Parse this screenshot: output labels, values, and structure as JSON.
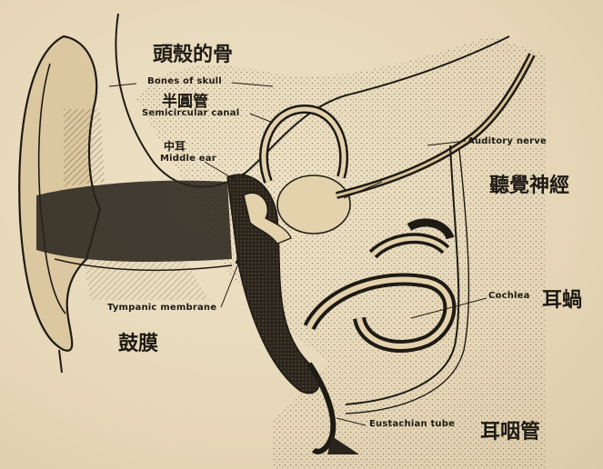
{
  "labels": {
    "bones_of_skull": {
      "en": "Bones of skull",
      "zh": "頭殼的骨"
    },
    "semicircular_canal": {
      "en": "Semicircular canal",
      "zh": "半圓管"
    },
    "middle_ear": {
      "en": "Middle ear",
      "zh": "中耳"
    },
    "auditory_nerve": {
      "en": "Auditory nerve",
      "zh": "聽覺神經"
    },
    "tympanic_membrane": {
      "en": "Tympanic membrane",
      "zh": "鼓膜"
    },
    "cochlea": {
      "en": "Cochlea",
      "zh": "耳蝸"
    },
    "eustachian_tube": {
      "en": "Eustachian tube",
      "zh": "耳咽管"
    }
  },
  "colors": {
    "paper": "#e9dcc0",
    "ink": "#1e1a14",
    "bone_fill": "#d8c39a",
    "dark_fill": "#2a241c"
  }
}
